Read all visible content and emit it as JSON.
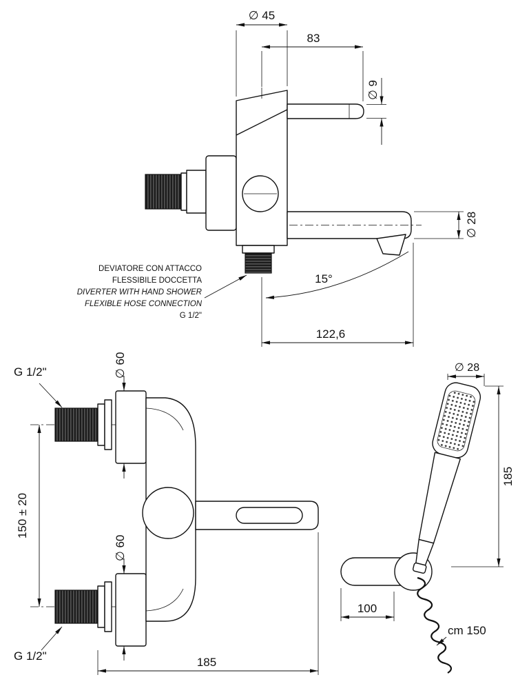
{
  "side_view": {
    "dia45": "∅ 45",
    "len83": "83",
    "dia9": "∅ 9",
    "dia28": "∅ 28",
    "angle": "15°",
    "proj": "122,6",
    "note1": "DEVIATORE CON ATTACCO",
    "note2": "FLESSIBILE DOCCETTA",
    "note3": "DIVERTER WITH HAND SHOWER",
    "note4": "FLEXIBLE HOSE CONNECTION",
    "note5": "G 1/2\""
  },
  "front_view": {
    "g12_top": "G 1/2\"",
    "dia60_top": "∅ 60",
    "distance": "150 ± 20",
    "dia60_bottom": "∅ 60",
    "g12_bottom": "G 1/2\"",
    "width": "185"
  },
  "hand_shower": {
    "dia28": "∅ 28",
    "length": "185",
    "holder": "100",
    "hose": "cm 150"
  }
}
